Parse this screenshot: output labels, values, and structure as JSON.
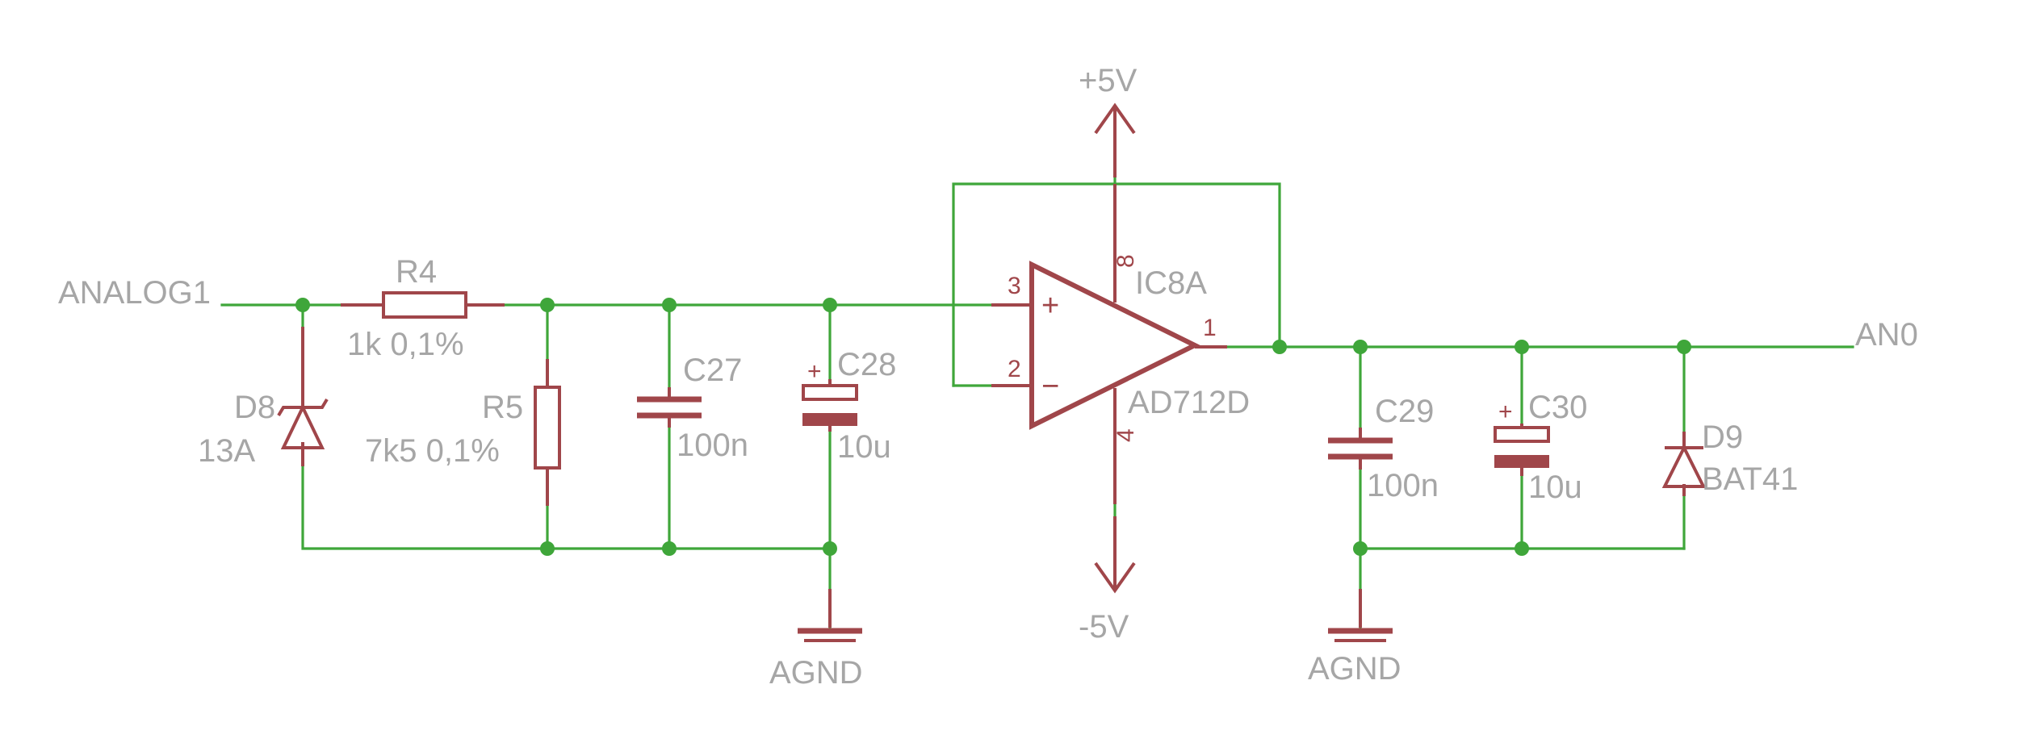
{
  "net_labels": {
    "input": "ANALOG1",
    "output": "AN0",
    "supply_pos": "+5V",
    "supply_neg": "-5V",
    "ground_left": "AGND",
    "ground_right": "AGND"
  },
  "components": {
    "R4": {
      "name": "R4",
      "value": "1k 0,1%"
    },
    "R5": {
      "name": "R5",
      "value": "7k5 0,1%"
    },
    "D8": {
      "name": "D8",
      "value": "13A"
    },
    "C27": {
      "name": "C27",
      "value": "100n"
    },
    "C28": {
      "name": "C28",
      "value": "10u",
      "polarity": "+"
    },
    "C29": {
      "name": "C29",
      "value": "100n"
    },
    "C30": {
      "name": "C30",
      "value": "10u",
      "polarity": "+"
    },
    "D9": {
      "name": "D9",
      "value": "BAT41"
    },
    "IC8A": {
      "name": "IC8A",
      "value": "AD712D",
      "pins": {
        "noninv": "3",
        "inv": "2",
        "out": "1",
        "vpos": "8",
        "vneg": "4"
      },
      "noninv_symbol": "+",
      "inv_symbol": "−"
    }
  },
  "colors": {
    "wire": "#3fa63a",
    "part": "#a0464a",
    "label": "#a6a6a6",
    "background": "#ffffff"
  }
}
